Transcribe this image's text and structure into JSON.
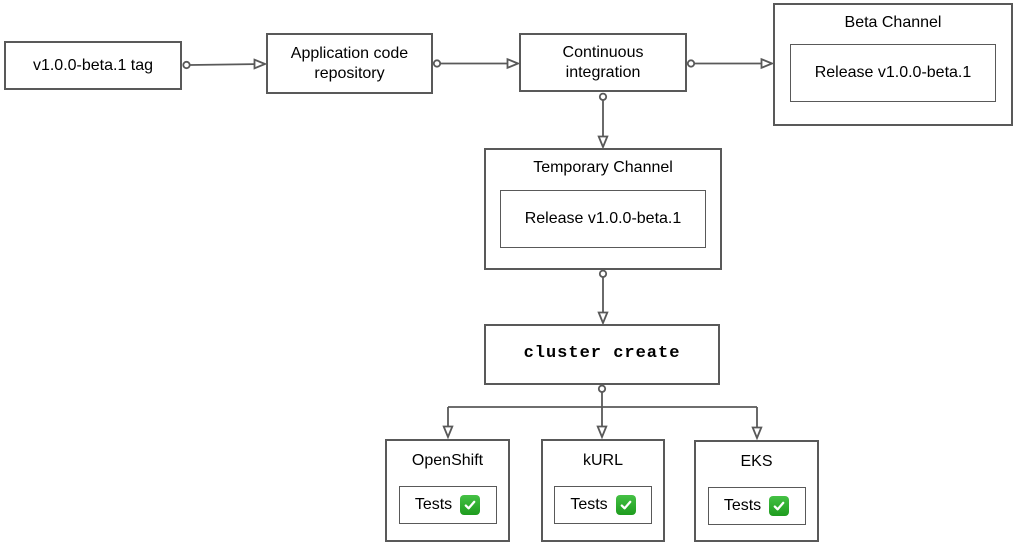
{
  "diagram": {
    "title": "Beta release pipeline flowchart",
    "colors": {
      "stroke": "#595959",
      "text": "#000000",
      "background": "#ffffff",
      "check_green": "#2aa52a",
      "check_mark": "#ffffff"
    },
    "nodes": {
      "tag": {
        "label": "v1.0.0-beta.1 tag"
      },
      "app_repo": {
        "label": "Application code repository"
      },
      "ci": {
        "label": "Continuous integration"
      },
      "beta_channel": {
        "title": "Beta Channel",
        "release": "Release v1.0.0-beta.1"
      },
      "temp_channel": {
        "title": "Temporary Channel",
        "release": "Release v1.0.0-beta.1"
      },
      "cluster_create": {
        "label": "cluster create"
      },
      "openshift": {
        "title": "OpenShift",
        "tests_label": "Tests",
        "status_icon": "check-passed"
      },
      "kurl": {
        "title": "kURL",
        "tests_label": "Tests",
        "status_icon": "check-passed"
      },
      "eks": {
        "title": "EKS",
        "tests_label": "Tests",
        "status_icon": "check-passed"
      }
    },
    "edges": [
      {
        "from": "tag",
        "to": "app_repo"
      },
      {
        "from": "app_repo",
        "to": "ci"
      },
      {
        "from": "ci",
        "to": "beta_channel"
      },
      {
        "from": "ci",
        "to": "temp_channel"
      },
      {
        "from": "temp_channel",
        "to": "cluster_create"
      },
      {
        "from": "cluster_create",
        "to": "openshift"
      },
      {
        "from": "cluster_create",
        "to": "kurl"
      },
      {
        "from": "cluster_create",
        "to": "eks"
      }
    ]
  }
}
